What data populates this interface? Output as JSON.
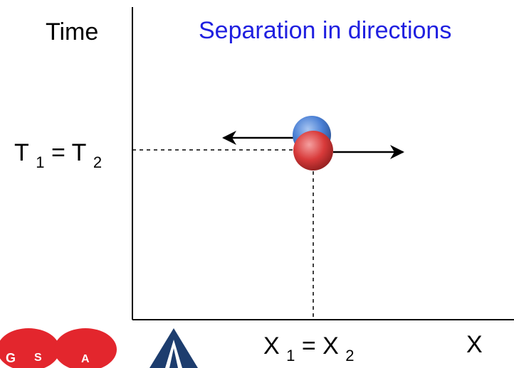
{
  "diagram": {
    "y_axis_label": "Time",
    "x_axis_label": "X",
    "title": "Separation in directions",
    "title_color": "#1f1fe0",
    "time_equation": {
      "var": "T",
      "sub1": "1",
      "eq": "=",
      "sub2": "2"
    },
    "position_equation": {
      "var": "X",
      "sub1": "1",
      "eq": "=",
      "sub2": "2"
    },
    "particles": [
      {
        "name": "blue-particle",
        "color": "#4a7fd4",
        "direction": "left"
      },
      {
        "name": "red-particle",
        "color": "#d83a3a",
        "direction": "right"
      }
    ],
    "logos": [
      {
        "name": "red-logo",
        "letters": [
          "G",
          "S",
          "A"
        ],
        "color": "#e3262d"
      },
      {
        "name": "triangle-logo",
        "color": "#1d3d6e"
      }
    ]
  }
}
